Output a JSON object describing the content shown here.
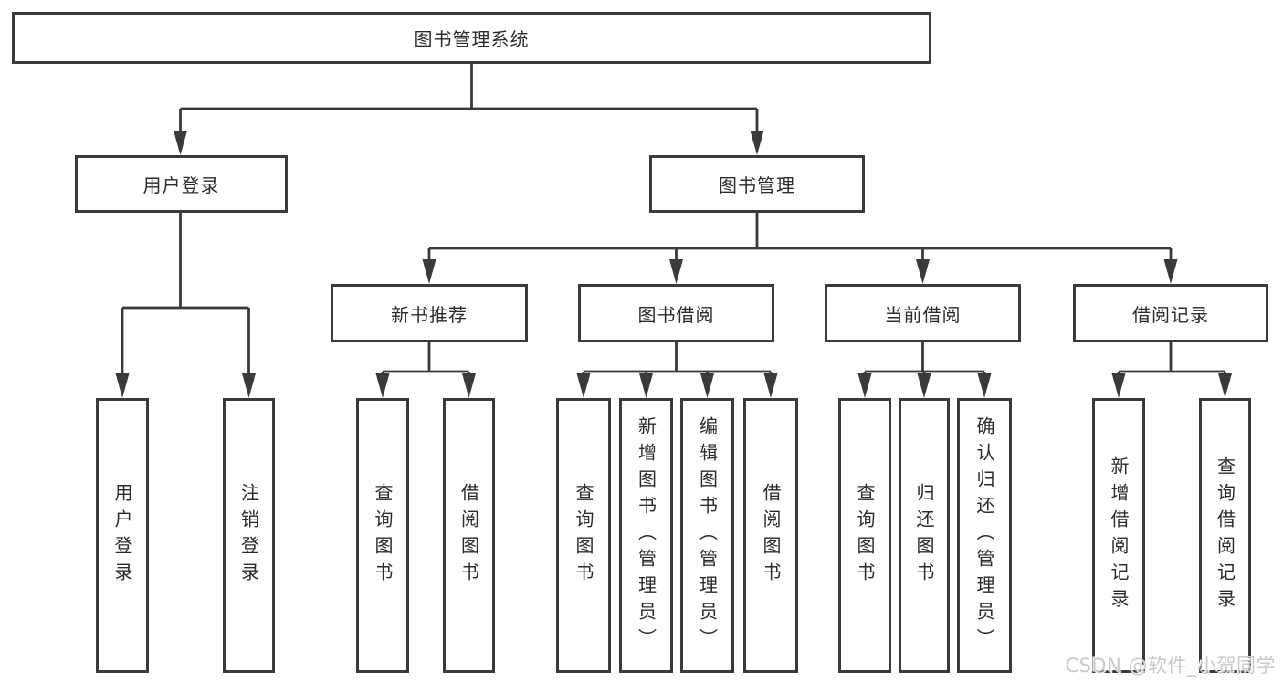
{
  "diagram": {
    "watermark": "CSDN @软件_小贺同学",
    "colors": {
      "line": "#3a3a3a",
      "box_border": "#3a3a3a",
      "box_fill": "#ffffff",
      "text": "#2b2b2b",
      "watermark": "#c6cbcf",
      "background": "#ffffff"
    },
    "nodes": {
      "root": "图书管理系统",
      "user_login": "用户登录",
      "book_mgmt": "图书管理",
      "new_book_rec": "新书推荐",
      "book_borrow": "图书借阅",
      "current_borrow": "当前借阅",
      "borrow_records": "借阅记录",
      "leaf_user_login": "用户登录",
      "leaf_logout": "注销登录",
      "leaf_query_book_rec": "查询图书",
      "leaf_borrow_book_rec": "借阅图书",
      "leaf_query_book_borrow": "查询图书",
      "leaf_add_book": "新增图书（管理员）",
      "leaf_edit_book": "编辑图书（管理员）",
      "leaf_borrow_book_borrow": "借阅图书",
      "leaf_query_book_current": "查询图书",
      "leaf_return_book": "归还图书",
      "leaf_confirm_return": "确认归还（管理员）",
      "leaf_add_record": "新增借阅记录",
      "leaf_query_record": "查询借阅记录"
    },
    "tree": {
      "label": "图书管理系统",
      "children": [
        {
          "label": "用户登录",
          "children": [
            {
              "label": "用户登录"
            },
            {
              "label": "注销登录"
            }
          ]
        },
        {
          "label": "图书管理",
          "children": [
            {
              "label": "新书推荐",
              "children": [
                {
                  "label": "查询图书"
                },
                {
                  "label": "借阅图书"
                }
              ]
            },
            {
              "label": "图书借阅",
              "children": [
                {
                  "label": "查询图书"
                },
                {
                  "label": "新增图书（管理员）"
                },
                {
                  "label": "编辑图书（管理员）"
                },
                {
                  "label": "借阅图书"
                }
              ]
            },
            {
              "label": "当前借阅",
              "children": [
                {
                  "label": "查询图书"
                },
                {
                  "label": "归还图书"
                },
                {
                  "label": "确认归还（管理员）"
                }
              ]
            },
            {
              "label": "借阅记录",
              "children": [
                {
                  "label": "新增借阅记录"
                },
                {
                  "label": "查询借阅记录"
                }
              ]
            }
          ]
        }
      ]
    }
  }
}
